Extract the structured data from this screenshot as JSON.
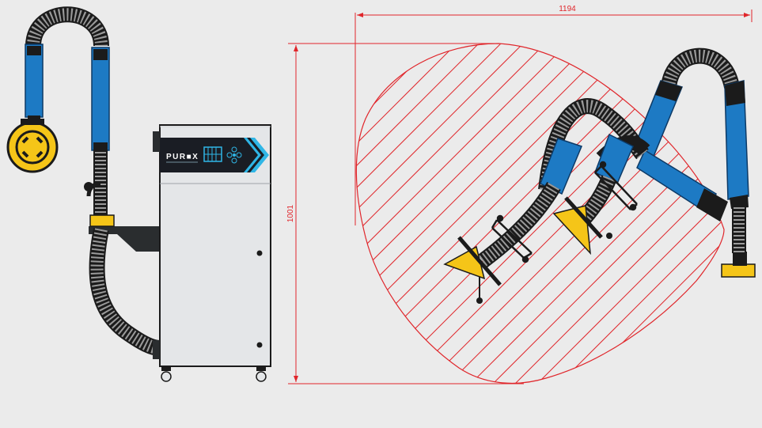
{
  "dimensions": {
    "width_label": "1194",
    "height_label": "1001"
  },
  "unit": {
    "brand": "PUR■X"
  },
  "colors": {
    "background": "#ebebeb",
    "arm_blue": "#1d7ac4",
    "hood_yellow": "#f5c518",
    "hose_black": "#1b1b1b",
    "dimension_red": "#e0262b",
    "cabinet_grey": "#e4e6e8",
    "panel_dark": "#1a1d24",
    "panel_cyan": "#2fb6e6"
  }
}
